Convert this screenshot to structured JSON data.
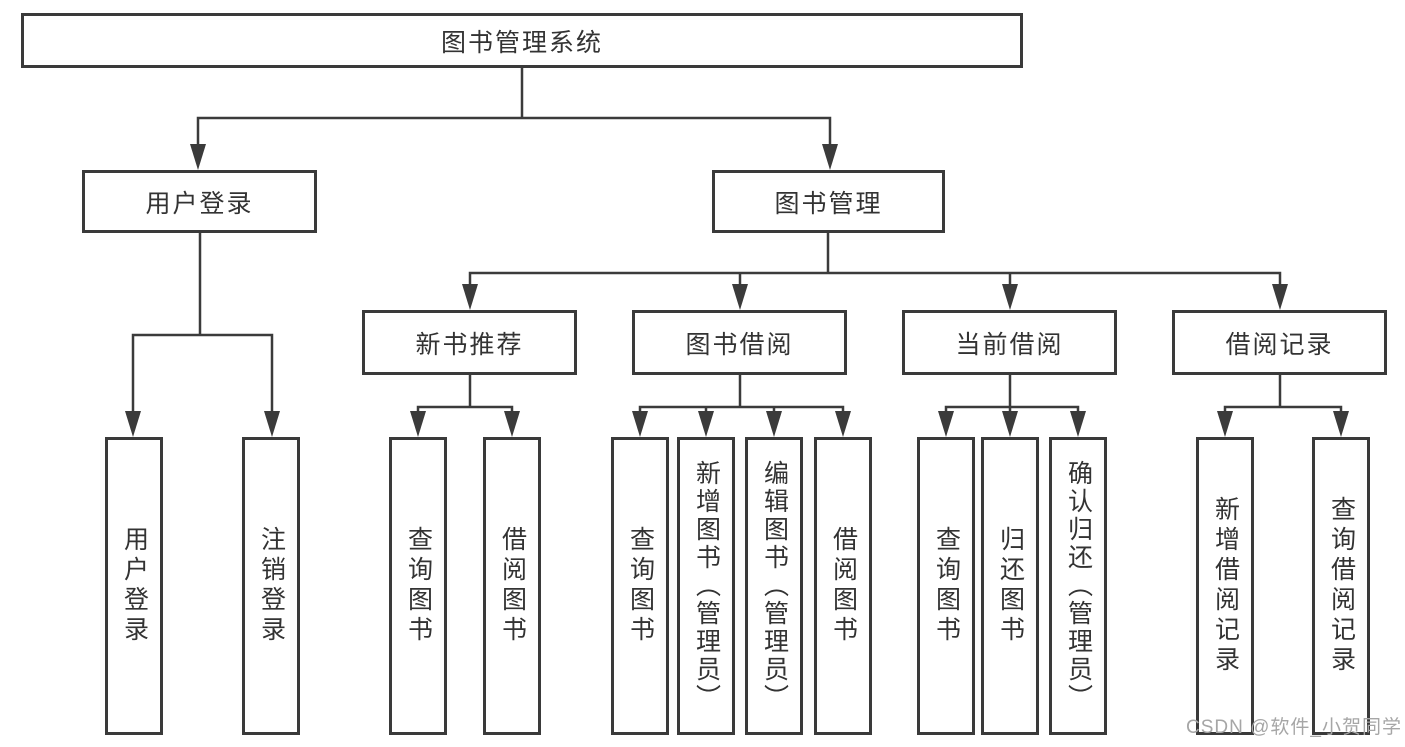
{
  "diagram": {
    "root": {
      "label": "图书管理系统"
    },
    "level2": [
      {
        "label": "用户登录"
      },
      {
        "label": "图书管理"
      }
    ],
    "level3": [
      {
        "parent": "图书管理",
        "label": "新书推荐"
      },
      {
        "parent": "图书管理",
        "label": "图书借阅"
      },
      {
        "parent": "图书管理",
        "label": "当前借阅"
      },
      {
        "parent": "图书管理",
        "label": "借阅记录"
      }
    ],
    "leaves": [
      {
        "parent": "用户登录",
        "label": "用户登录"
      },
      {
        "parent": "用户登录",
        "label": "注销登录"
      },
      {
        "parent": "新书推荐",
        "label": "查询图书"
      },
      {
        "parent": "新书推荐",
        "label": "借阅图书"
      },
      {
        "parent": "图书借阅",
        "label": "查询图书"
      },
      {
        "parent": "图书借阅",
        "label": "新增图书（管理员）"
      },
      {
        "parent": "图书借阅",
        "label": "编辑图书（管理员）"
      },
      {
        "parent": "图书借阅",
        "label": "借阅图书"
      },
      {
        "parent": "当前借阅",
        "label": "查询图书"
      },
      {
        "parent": "当前借阅",
        "label": "归还图书"
      },
      {
        "parent": "当前借阅",
        "label": "确认归还（管理员）"
      },
      {
        "parent": "借阅记录",
        "label": "新增借阅记录"
      },
      {
        "parent": "借阅记录",
        "label": "查询借阅记录"
      }
    ]
  },
  "watermark": {
    "text": "CSDN @软件_小贺同学"
  },
  "colors": {
    "line": "#3b3b3b",
    "text": "#333333",
    "background": "#ffffff",
    "watermark": "#a6a6a6"
  }
}
